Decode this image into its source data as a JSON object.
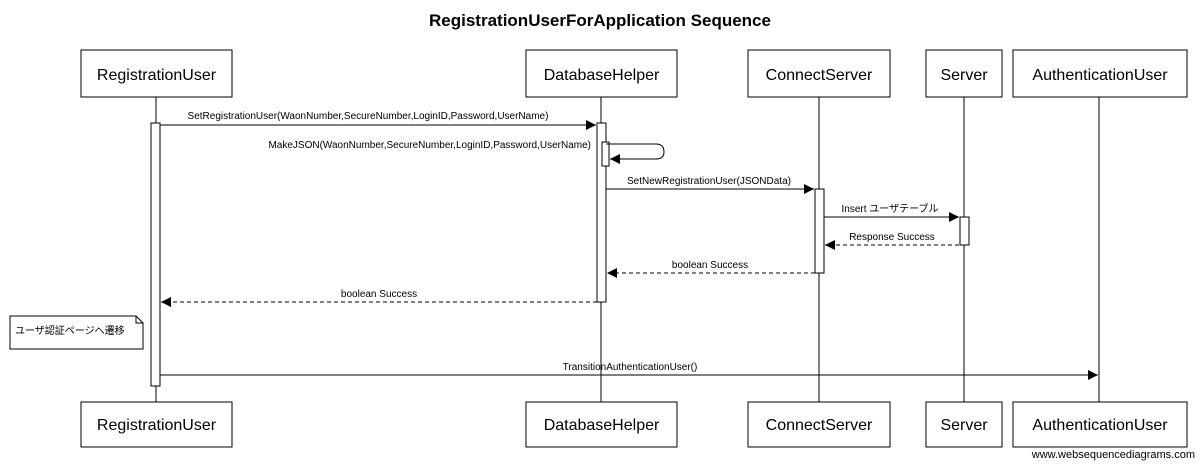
{
  "title": "RegistrationUserForApplication Sequence",
  "participants": [
    {
      "id": "ru",
      "name": "RegistrationUser"
    },
    {
      "id": "dh",
      "name": "DatabaseHelper"
    },
    {
      "id": "cs",
      "name": "ConnectServer"
    },
    {
      "id": "sv",
      "name": "Server"
    },
    {
      "id": "au",
      "name": "AuthenticationUser"
    }
  ],
  "messages": [
    {
      "label": "SetRegistrationUser(WaonNumber,SecureNumber,LoginID,Password,UserName)",
      "from": "RegistrationUser",
      "to": "DatabaseHelper",
      "style": "solid"
    },
    {
      "label": "MakeJSON(WaonNumber,SecureNumber,LoginID,Password,UserName)",
      "from": "DatabaseHelper",
      "to": "DatabaseHelper",
      "style": "solid"
    },
    {
      "label": "SetNewRegistrationUser(JSONData)",
      "from": "DatabaseHelper",
      "to": "ConnectServer",
      "style": "solid"
    },
    {
      "label": "Insert ユーザテーブル",
      "from": "ConnectServer",
      "to": "Server",
      "style": "solid"
    },
    {
      "label": "Response Success",
      "from": "Server",
      "to": "ConnectServer",
      "style": "dashed"
    },
    {
      "label": "boolean Success",
      "from": "ConnectServer",
      "to": "DatabaseHelper",
      "style": "dashed"
    },
    {
      "label": "boolean Success",
      "from": "DatabaseHelper",
      "to": "RegistrationUser",
      "style": "dashed"
    },
    {
      "label": "TransitionAuthenticationUser()",
      "from": "RegistrationUser",
      "to": "AuthenticationUser",
      "style": "solid"
    }
  ],
  "note": {
    "text": "ユーザ認証ページへ遷移",
    "over": "RegistrationUser",
    "position": "left"
  },
  "watermark": "www.websequencediagrams.com"
}
